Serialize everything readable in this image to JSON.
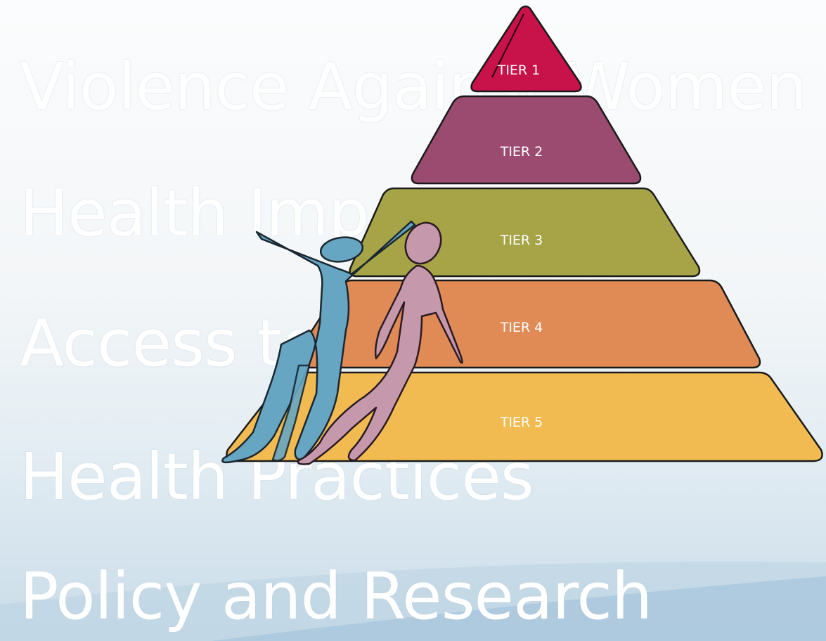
{
  "background_lines": [
    "Violence Against Women",
    "Health Impact",
    "Access to Care",
    "Health Practices",
    "Policy and Research"
  ],
  "pyramid": {
    "tiers": [
      {
        "label": "TIER 1",
        "color": "#c8124a"
      },
      {
        "label": "TIER 2",
        "color": "#9b4a70"
      },
      {
        "label": "TIER 3",
        "color": "#a6a447"
      },
      {
        "label": "TIER 4",
        "color": "#e08a55"
      },
      {
        "label": "TIER 5",
        "color": "#f2bb52"
      }
    ]
  },
  "figures": {
    "left_figure_color": "#66a6c3",
    "right_figure_color": "#c599ab"
  }
}
